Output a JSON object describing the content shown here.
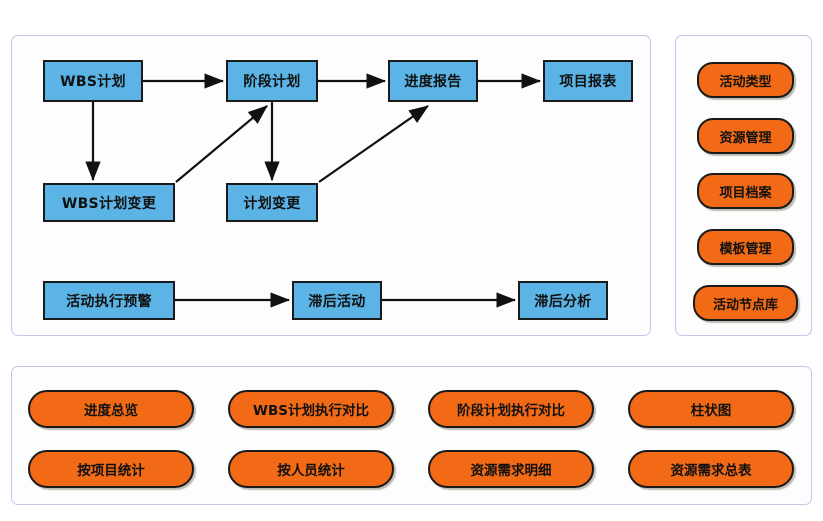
{
  "colors": {
    "node_fill": "#5bb4e5",
    "node_border": "#1a1a1a",
    "pill_fill": "#f26a16",
    "panel_border": "#c8c3ea",
    "panel_bg": "#fdfdfd",
    "page_bg": "#ffffff",
    "arrow": "#111111"
  },
  "flow_panel": {
    "nodes": [
      {
        "id": "wbs-plan",
        "label": "WBS计划"
      },
      {
        "id": "stage-plan",
        "label": "阶段计划"
      },
      {
        "id": "progress-report",
        "label": "进度报告"
      },
      {
        "id": "project-report",
        "label": "项目报表"
      },
      {
        "id": "wbs-plan-change",
        "label": "WBS计划变更"
      },
      {
        "id": "plan-change",
        "label": "计划变更"
      },
      {
        "id": "activity-warning",
        "label": "活动执行预警"
      },
      {
        "id": "delayed-activity",
        "label": "滞后活动"
      },
      {
        "id": "delay-analysis",
        "label": "滞后分析"
      }
    ],
    "edges": [
      {
        "from": "wbs-plan",
        "to": "stage-plan"
      },
      {
        "from": "stage-plan",
        "to": "progress-report"
      },
      {
        "from": "progress-report",
        "to": "project-report"
      },
      {
        "from": "wbs-plan",
        "to": "wbs-plan-change"
      },
      {
        "from": "wbs-plan-change",
        "to": "stage-plan"
      },
      {
        "from": "stage-plan",
        "to": "plan-change"
      },
      {
        "from": "plan-change",
        "to": "progress-report"
      },
      {
        "from": "activity-warning",
        "to": "delayed-activity"
      },
      {
        "from": "delayed-activity",
        "to": "delay-analysis"
      }
    ]
  },
  "side_panel": {
    "buttons": [
      {
        "id": "activity-type",
        "label": "活动类型"
      },
      {
        "id": "resource-mgmt",
        "label": "资源管理"
      },
      {
        "id": "project-archive",
        "label": "项目档案"
      },
      {
        "id": "template-mgmt",
        "label": "模板管理"
      },
      {
        "id": "activity-node-lib",
        "label": "活动节点库"
      }
    ]
  },
  "bottom_panel": {
    "buttons": [
      {
        "id": "progress-overview",
        "label": "进度总览"
      },
      {
        "id": "wbs-plan-compare",
        "label": "WBS计划执行对比"
      },
      {
        "id": "stage-plan-compare",
        "label": "阶段计划执行对比"
      },
      {
        "id": "bar-chart",
        "label": "柱状图"
      },
      {
        "id": "stats-by-project",
        "label": "按项目统计"
      },
      {
        "id": "stats-by-person",
        "label": "按人员统计"
      },
      {
        "id": "resource-demand-detail",
        "label": "资源需求明细"
      },
      {
        "id": "resource-demand-summary",
        "label": "资源需求总表"
      }
    ]
  }
}
